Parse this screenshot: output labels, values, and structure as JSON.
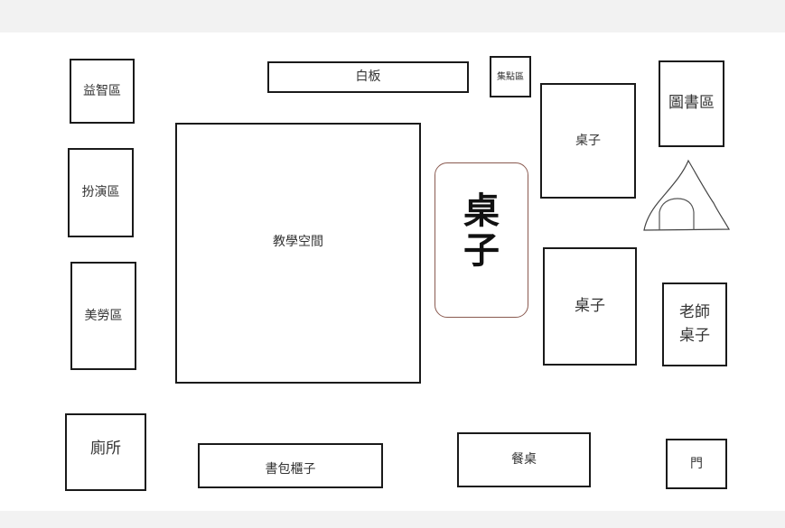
{
  "areas": {
    "puzzle": "益智區",
    "whiteboard": "白板",
    "points": "集點區",
    "library": "圖書區",
    "desk_top": "桌子",
    "roleplay": "扮演區",
    "teaching": "教學空間",
    "desk_big": "桌子",
    "art": "美勞區",
    "desk_mid": "桌子",
    "teacher_desk": "老師桌子",
    "restroom": "廁所",
    "bag_cabinet": "書包櫃子",
    "dining": "餐桌",
    "door": "門"
  }
}
